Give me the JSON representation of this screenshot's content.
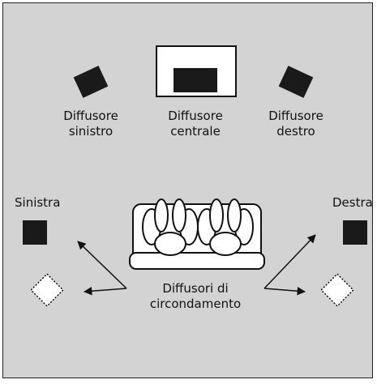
{
  "speakers": {
    "front_left": "Diffusore sinistro",
    "center": "Diffusore centrale",
    "front_right": "Diffusore destro"
  },
  "surround": {
    "left_label": "Sinistra",
    "right_label": "Destra",
    "caption": "Diffusori di circondamento"
  },
  "colors": {
    "background": "#d3d3d3",
    "speaker": "#1a1a1a",
    "screen_fill": "#ffffff",
    "sofa_fill": "#ffffff"
  }
}
